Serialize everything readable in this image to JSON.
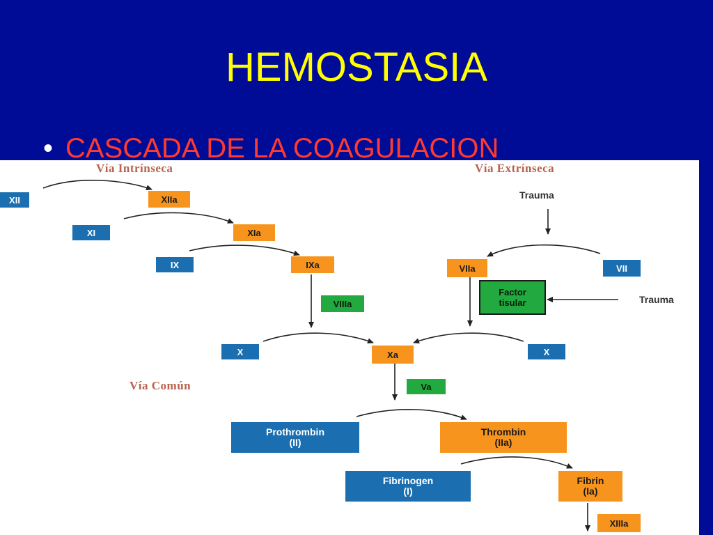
{
  "slide": {
    "title": "HEMOSTASIA",
    "bullet": "•",
    "subtitle": "CASCADA DE LA COAGULACION"
  },
  "colors": {
    "background": "#000b96",
    "title": "#ffff00",
    "subtitle": "#ff3b2f",
    "factor_inactive": "#1b6fb0",
    "factor_active": "#f7941d",
    "cofactor": "#22a93f"
  },
  "diagram": {
    "labels": {
      "intrinsic": "Vía Intrínseca",
      "extrinsic": "Vía Extrínseca",
      "common": "Vía Común",
      "trauma_top": "Trauma",
      "trauma_right": "Trauma"
    },
    "nodes": {
      "xii": "XII",
      "xiia": "XIIa",
      "xi": "XI",
      "xia": "XIa",
      "ix": "IX",
      "ixa": "IXa",
      "viiia": "VIIIa",
      "viia": "VIIa",
      "vii": "VII",
      "factor_tisular_1": "Factor",
      "factor_tisular_2": "tisular",
      "x_left": "X",
      "xa": "Xa",
      "x_right": "X",
      "va": "Va",
      "prothrombin_1": "Prothrombin",
      "prothrombin_2": "(II)",
      "thrombin_1": "Thrombin",
      "thrombin_2": "(IIa)",
      "fibrinogen_1": "Fibrinogen",
      "fibrinogen_2": "(I)",
      "fibrin_1": "Fibrin",
      "fibrin_2": "(Ia)",
      "xiiia": "XIIIa"
    }
  }
}
